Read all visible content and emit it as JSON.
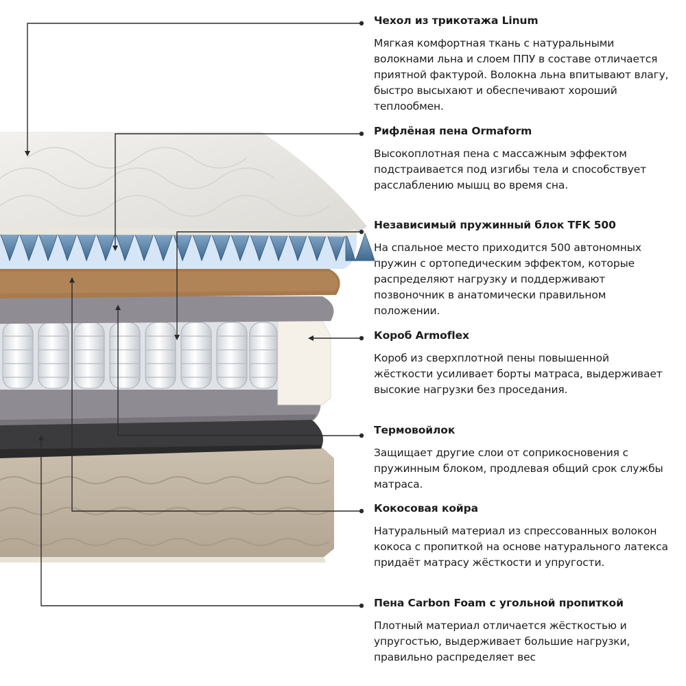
{
  "layers": [
    {
      "title": "Чехол из трикотажа Linum",
      "description": "Мягкая комфортная ткань с натуральными волокнами льна и слоем ППУ в составе отличается приятной фактурой. Волокна льна впитывают влагу, быстро высыхают и обеспечивают хороший теплообмен."
    },
    {
      "title": "Рифлёная пена Ormaform",
      "description": "Высокоплотная пена с массажным эффектом подстраивается под изгибы тела и способствует расслаблению мышц во время сна."
    },
    {
      "title": "Независимый пружинный блок TFK 500",
      "description": "На спальное место приходится 500 автономных пружин с ортопедическим эффектом, которые распределяют нагрузку и поддерживают позвоночник в анатомически правильном положении."
    },
    {
      "title": "Короб Armoflex",
      "description": "Короб из сверхплотной пены повышенной жёсткости усиливает борты матраса, выдерживает высокие нагрузки без проседания."
    },
    {
      "title": "Термовойлок",
      "description": "Защищает другие слои от соприкосновения с пружинным блоком, продлевая общий срок службы матраса."
    },
    {
      "title": "Кокосовая койра",
      "description": "Натуральный материал из спрессованных волокон кокоса с пропиткой на основе натурального латекса придаёт матрасу жёсткости и упругости."
    },
    {
      "title": "Пена Carbon Foam с угольной пропиткой",
      "description": "Плотный материал отличается жёсткостью и упругостью, выдерживает большие нагрузки, правильно распределяет вес"
    }
  ]
}
